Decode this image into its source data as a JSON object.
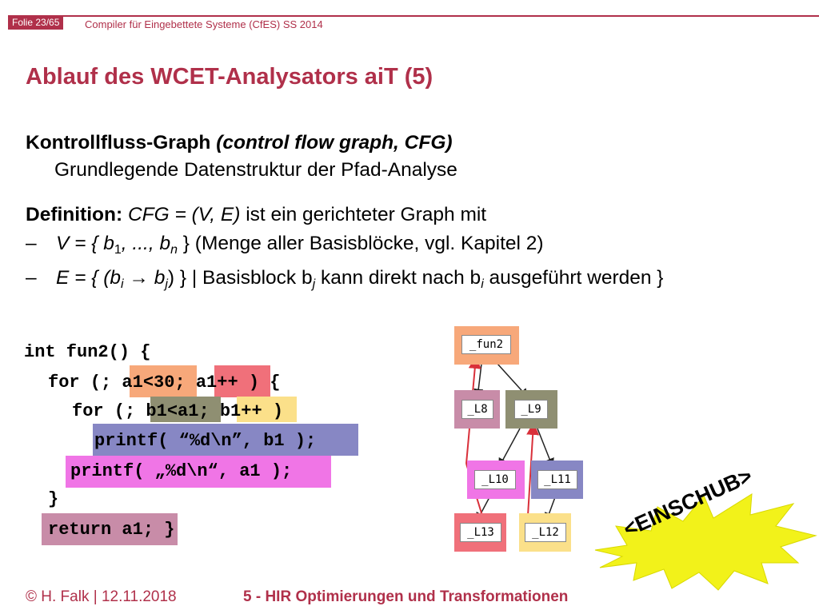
{
  "header": {
    "folio": "Folie 23/65",
    "course": "Compiler für Eingebettete Systeme (CfES) SS 2014"
  },
  "slide": {
    "title": "Ablauf des WCET-Analysators aiT (5)",
    "cfg_heading_bold": "Kontrollfluss-Graph",
    "cfg_heading_italic": "(control flow graph, CFG)",
    "cfg_sub": "Grundlegende Datenstruktur der Pfad-Analyse",
    "def_bold": "Definition:",
    "def_italic": "CFG = (V, E)",
    "def_rest": "ist ein gerichteter Graph mit",
    "bullet_dash": "–",
    "v_line": {
      "lhs": "V = { b",
      "sub1": "1",
      "mid": ", ..., b",
      "subn": "n",
      "rest": " } (Menge aller Basisblöcke, vgl. Kapitel 2)"
    },
    "e_line": {
      "a": "E = { (b",
      "sub_i": "i",
      "arrow": " → b",
      "sub_j": "j",
      "b": ") } | Basisblock b",
      "sub_j2": "j",
      "c": " kann direkt nach b",
      "sub_i2": "i",
      "d": " ausgeführt werden }"
    }
  },
  "code": {
    "line1": "int fun2() {",
    "line2_pre": "for (; ",
    "line2_cond": "a1<30",
    "line2_sep": ";",
    "line2_inc": "a1++",
    "line2_post": " ) {",
    "line3_pre": "for (; ",
    "line3_cond": "b1<a1",
    "line3_sep": ";",
    "line3_inc": "b1++",
    "line3_post": " )",
    "line4": "printf( “%d\\n”, b1 );",
    "line5": "printf( „%d\\n“, a1 );",
    "line6": "}",
    "line7_ret": "return a1;",
    "line7_brace": " }"
  },
  "cfg": {
    "nodes": {
      "fun2": "_fun2",
      "L8": "_L8",
      "L9": "_L9",
      "L10": "_L10",
      "L11": "_L11",
      "L12": "_L12",
      "L13": "_L13"
    }
  },
  "colors": {
    "accent": "#b0304a",
    "fun2": "#f7a87a",
    "L8": "#c88ca8",
    "L9": "#8f8f72",
    "L10": "#f075e6",
    "L11": "#8787c4",
    "L12": "#fbe08a",
    "L13": "#f0707a",
    "back_edge": "#d9303a",
    "starburst": "#f2f21a"
  },
  "starburst": {
    "label": "<EINSCHUB>"
  },
  "footer": {
    "left": "© H. Falk | 12.11.2018",
    "middle": "5 - HIR Optimierungen und Transformationen"
  }
}
